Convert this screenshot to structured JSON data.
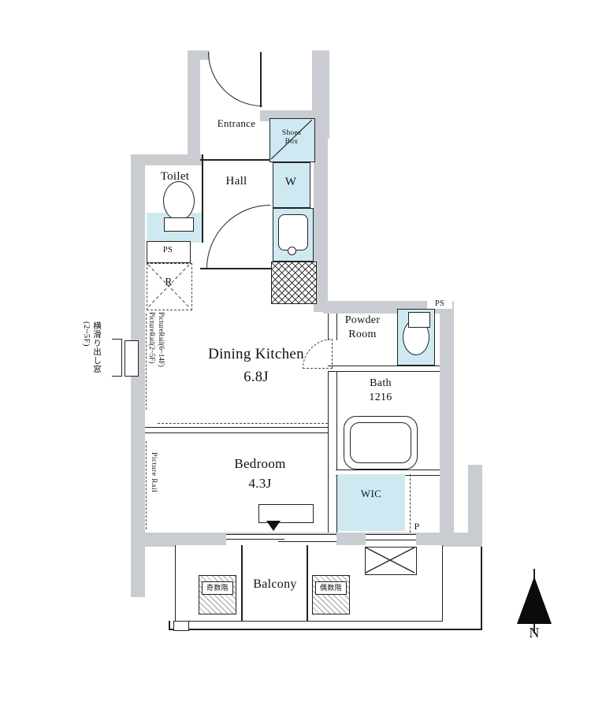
{
  "rooms": {
    "entrance": "Entrance",
    "hall": "Hall",
    "toilet": "Toilet",
    "dining_kitchen": "Dining Kitchen",
    "dining_kitchen_size": "6.8J",
    "bedroom": "Bedroom",
    "bedroom_size": "4.3J",
    "powder_room_line1": "Powder",
    "powder_room_line2": "Room",
    "bath": "Bath",
    "bath_size": "1216",
    "wic": "WIC",
    "balcony": "Balcony"
  },
  "fixtures": {
    "shoes_box_line1": "Shoes",
    "shoes_box_line2": "Box",
    "washer": "W",
    "refrigerator": "R",
    "pipe_space_left": "PS",
    "pipe_space_right": "PS",
    "p_label": "P"
  },
  "annotations": {
    "side_window_note": "横滑り出し窓(2~5F)",
    "picture_rail_dk_1": "PictureRail(2~5F)",
    "picture_rail_dk_2": "PictureRail(6~14F)",
    "picture_rail_bedroom": "Picture Rail",
    "balcony_hatch_odd": "奇数階",
    "balcony_hatch_even": "偶数階",
    "compass_north": "N"
  },
  "colors": {
    "wall": "#c9cdd1",
    "wet_area": "#cfe9f2",
    "line": "#1a1a1a"
  }
}
